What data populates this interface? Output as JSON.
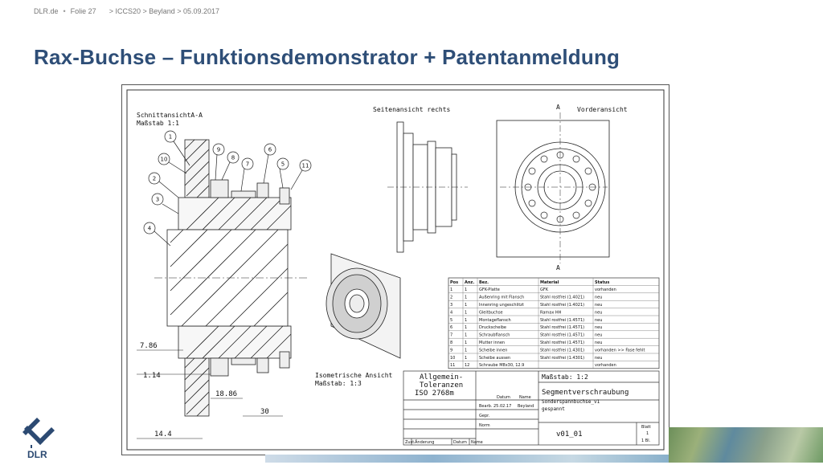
{
  "header": {
    "site": "DLR.de",
    "bullet": "•",
    "slide": "Folie 27",
    "breadcrumb": "> ICCS20 > Beyland > 05.09.2017"
  },
  "title": "Rax-Buchse – Funktionsdemonstrator + Patentanmeldung",
  "logo": {
    "text": "DLR"
  },
  "drawing": {
    "section_title": "SchnittansichtA-A",
    "section_scale": "Maßstab 1:1",
    "side_view": "Seitenansicht rechts",
    "front_view": "Vorderansicht",
    "section_mark_top": "A",
    "section_mark_bottom": "A",
    "iso_title": "Isometrische Ansicht",
    "iso_scale": "Maßstab:   1:3",
    "balloons": [
      "1",
      "2",
      "3",
      "4",
      "5",
      "6",
      "7",
      "8",
      "9",
      "10",
      "11"
    ],
    "dims": {
      "d1": "7.86",
      "d2": "1.14",
      "d3": "18.86",
      "d4": "30",
      "d5": "14.4"
    },
    "bom": {
      "headers": [
        "Pos",
        "Anz.",
        "Bez.",
        "Material",
        "Status"
      ],
      "rows": [
        [
          "1",
          "1",
          "GFK-Platte",
          "GFK",
          "vorhanden"
        ],
        [
          "2",
          "1",
          "Außenring mit Flansch",
          "Stahl rostfrei (1.4021)",
          "neu"
        ],
        [
          "3",
          "1",
          "Innenring ungeschlitzt",
          "Stahl rostfrei (1.4021)",
          "neu"
        ],
        [
          "4",
          "1",
          "Gleitbuchse",
          "Ramax HH",
          "neu"
        ],
        [
          "5",
          "1",
          "Montageflansch",
          "Stahl rostfrei (1.4571)",
          "neu"
        ],
        [
          "6",
          "1",
          "Druckscheibe",
          "Stahl rostfrei (1.4571)",
          "neu"
        ],
        [
          "7",
          "1",
          "Schraubflansch",
          "Stahl rostfrei (1.4571)",
          "neu"
        ],
        [
          "8",
          "1",
          "Mutter innen",
          "Stahl rostfrei (1.4571)",
          "neu"
        ],
        [
          "9",
          "1",
          "Scheibe innen",
          "Stahl rostfrei (1.4301)",
          "vorhanden >> Fase fehlt"
        ],
        [
          "10",
          "1",
          "Scheibe aussen",
          "Stahl rostfrei (1.4301)",
          "neu"
        ],
        [
          "11",
          "12",
          "Schraube M8x30, 12.9",
          "",
          "vorhanden"
        ]
      ]
    },
    "titleblock": {
      "tol1": "Allgemein-",
      "tol2": "Toleranzen",
      "tol3": "ISO 2768m",
      "scale": "Maßstab: 1:2",
      "date_label": "Datum",
      "name_label": "Name",
      "bearb": "Bearb.",
      "gepr": "Gepr.",
      "norm": "Norm",
      "date": "25.02.17",
      "name": "Beyland",
      "product": "Segmentverschraubung",
      "sub1": "Sonderspannbuchse_v1",
      "sub2": "gespannt",
      "drawing_no": "v01_01",
      "sheet_label": "Blatt",
      "sheet": "1",
      "sheets": "1 Bl.",
      "zust": "Zust.",
      "aend": "Änderung",
      "datum": "Datum",
      "name2": "Name"
    }
  }
}
